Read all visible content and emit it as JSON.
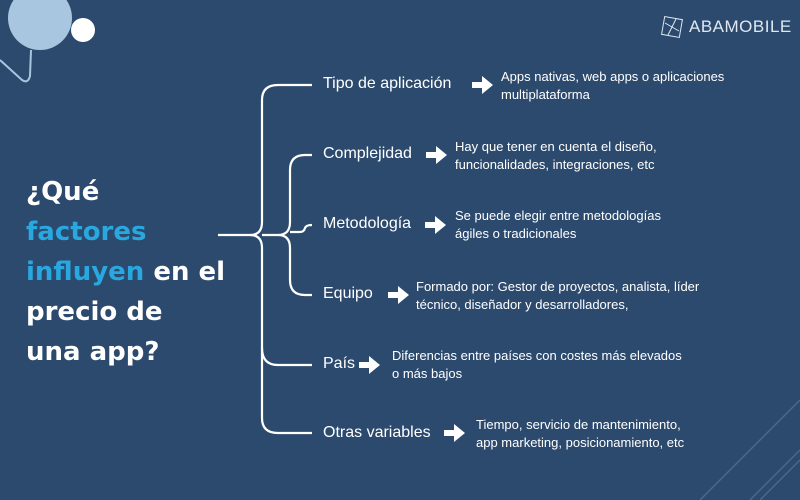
{
  "colors": {
    "background": "#2c4a6e",
    "accent": "#29a8e0",
    "decor_circle": "#a9c6e0"
  },
  "logo": {
    "text": "ABAMOBILE"
  },
  "title": {
    "part1": "¿Qué ",
    "highlight1": "factores",
    "highlight2": "influyen",
    "part2": " en el precio de una app?"
  },
  "factors": [
    {
      "label": "Tipo de aplicación",
      "description_lines": [
        "Apps nativas, web apps o aplicaciones",
        "multiplataforma"
      ]
    },
    {
      "label": "Complejidad",
      "description_lines": [
        "Hay que tener en cuenta el diseño,",
        "funcionalidades, integraciones, etc"
      ]
    },
    {
      "label": "Metodología",
      "description_lines": [
        "Se puede elegir entre metodologías",
        "ágiles o tradicionales"
      ]
    },
    {
      "label": "Equipo",
      "description_lines": [
        "Formado por: Gestor de proyectos, analista, líder",
        "técnico, diseñador y desarrolladores,"
      ]
    },
    {
      "label": "País",
      "description_lines": [
        "Diferencias entre países con costes más elevados",
        "o más bajos"
      ]
    },
    {
      "label": "Otras variables",
      "description_lines": [
        "Tiempo, servicio de mantenimiento,",
        "app marketing, posicionamiento, etc"
      ]
    }
  ]
}
